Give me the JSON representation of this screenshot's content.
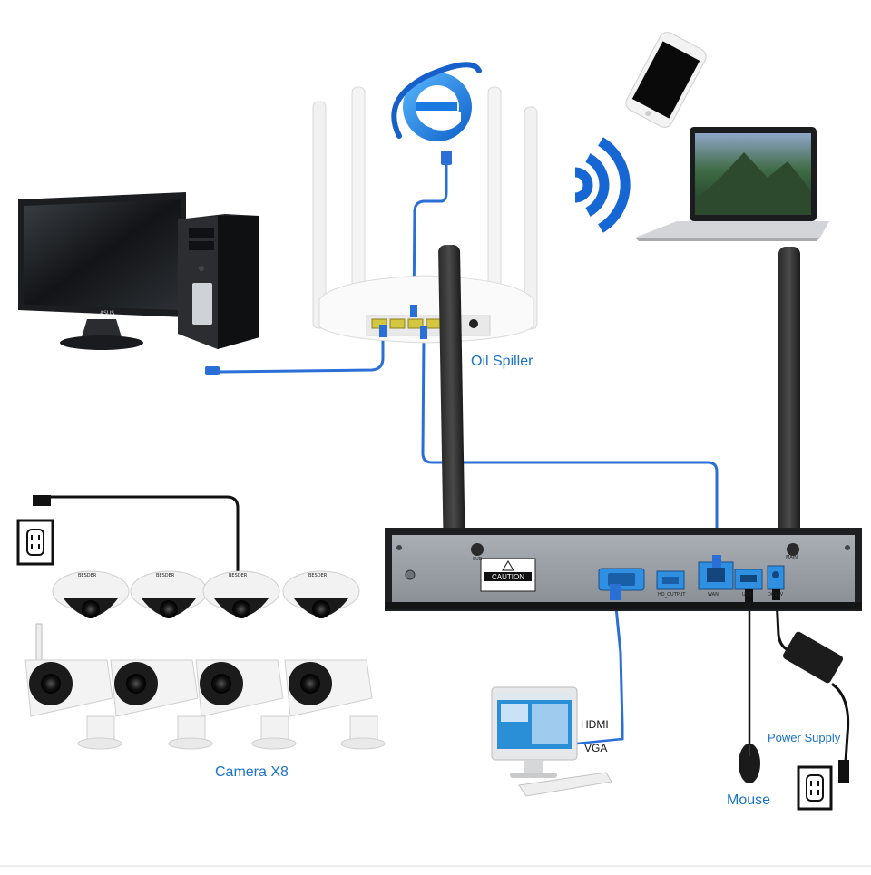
{
  "labels": {
    "router": "Oil Spiller",
    "cameras": "Camera X8",
    "hdmi": "HDMI",
    "vga": "VGA",
    "power_supply": "Power Supply",
    "mouse": "Mouse"
  },
  "nvr_panel": {
    "caution": "CAUTION",
    "port_sub": "SUB",
    "port_main": "MAIN",
    "port_hd": "HD_OUTPUT",
    "port_wan": "WAN",
    "port_usb": "USB",
    "port_dc": "DC12V"
  },
  "camera_brand": "BESDER",
  "monitor_brand": "ASUS",
  "colors": {
    "label": "#1a73c8",
    "cable_blue": "#2a6fd6",
    "cable_black": "#111111",
    "nvr_panel": "#9aa0a6",
    "nvr_frame": "#222222",
    "port_blue": "#2f8fe0",
    "wifi_blue": "#1666d4"
  },
  "icons": {
    "internet": "internet-explorer-icon",
    "wifi": "wifi-signal-icon",
    "outlet": "power-outlet-icon"
  }
}
